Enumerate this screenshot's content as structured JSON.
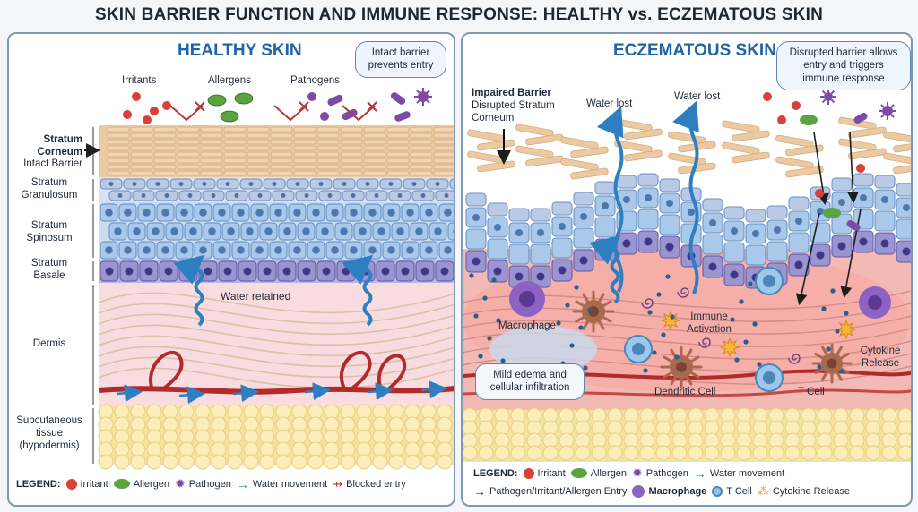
{
  "title": "SKIN BARRIER FUNCTION AND IMMUNE RESPONSE: HEALTHY vs. ECZEMATOUS SKIN",
  "healthy": {
    "title": "HEALTHY SKIN",
    "note": "Intact barrier prevents entry",
    "labels": {
      "irritants": "Irritants",
      "allergens": "Allergens",
      "pathogens": "Pathogens",
      "corneum_1": "Stratum",
      "corneum_2": "Corneum",
      "corneum_3": "Intact Barrier",
      "granulosum_1": "Stratum",
      "granulosum_2": "Granulosum",
      "spinosum_1": "Stratum",
      "spinosum_2": "Spinosum",
      "basale_1": "Stratum",
      "basale_2": "Basale",
      "dermis": "Dermis",
      "subcut_1": "Subcutaneous",
      "subcut_2": "tissue",
      "subcut_3": "(hypodermis)",
      "water": "Water retained"
    },
    "legend": {
      "title": "LEGEND:",
      "irritant": "Irritant",
      "allergen": "Allergen",
      "pathogen": "Pathogen",
      "water": "Water movement",
      "blocked": "Blocked entry"
    }
  },
  "eczema": {
    "title": "ECZEMATOUS SKIN",
    "note": "Disrupted barrier allows entry and triggers immune response",
    "labels": {
      "impaired_1": "Impaired Barrier",
      "impaired_2": "Disrupted Stratum",
      "impaired_3": "Corneum",
      "water_lost_1": "Water lost",
      "water_lost_2": "Water lost",
      "macrophage": "Macrophage",
      "immune_1": "Immune",
      "immune_2": "Activation",
      "cytokine_1": "Cytokine",
      "cytokine_2": "Release",
      "edema": "Mild edema and cellular infiltration",
      "dendritic": "Dendritic Cell",
      "tcell": "T Cell"
    },
    "legend": {
      "title": "LEGEND:",
      "irritant": "Irritant",
      "allergen": "Allergen",
      "pathogen": "Pathogen",
      "water": "Water movement",
      "entry": "Pathogen/Irritant/Allergen Entry",
      "macrophage": "Macrophage",
      "tcell": "T Cell",
      "cytokine": "Cytokine Release"
    }
  },
  "colors": {
    "irritant": "#d9403a",
    "allergen": "#5aa33f",
    "pathogen": "#7d4aa8",
    "water": "#2e7fc0",
    "blocked": "#b23a3a",
    "corneum": "#ecc9a0",
    "granulosum": "#b8cae6",
    "spinosum": "#a9c8ea",
    "basale": "#9a94d0",
    "dermis": "#f9dce0",
    "fat": "#f5e3a0"
  }
}
